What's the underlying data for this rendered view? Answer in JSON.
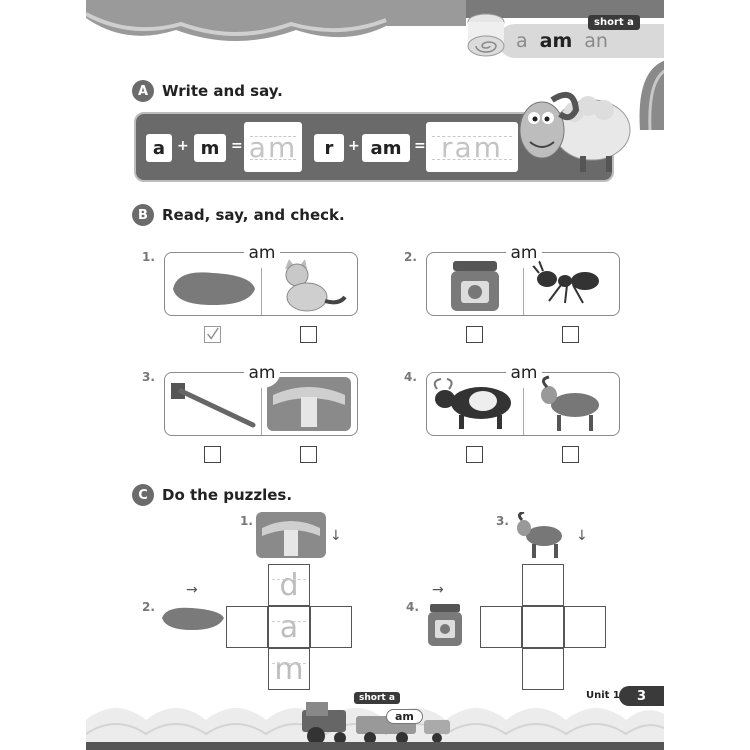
{
  "header": {
    "label": "short a",
    "words": [
      "a",
      "am",
      "an"
    ]
  },
  "section_a": {
    "badge": "A",
    "title": "Write and say.",
    "eq1": {
      "l1": "a",
      "l2": "m",
      "plus": "+",
      "equals": "=",
      "answer": "am"
    },
    "eq2": {
      "l1": "r",
      "l2": "am",
      "plus": "+",
      "equals": "=",
      "answer": "ram"
    }
  },
  "section_b": {
    "badge": "B",
    "title": "Read, say, and check.",
    "items": [
      {
        "num": "1.",
        "word": "am",
        "left_pic": "yam",
        "right_pic": "cat",
        "checked": "left"
      },
      {
        "num": "2.",
        "word": "am",
        "left_pic": "jam",
        "right_pic": "ant",
        "checked": ""
      },
      {
        "num": "3.",
        "word": "am",
        "left_pic": "axe",
        "right_pic": "dam",
        "checked": ""
      },
      {
        "num": "4.",
        "word": "am",
        "left_pic": "yak",
        "right_pic": "ram",
        "checked": ""
      }
    ]
  },
  "section_c": {
    "badge": "C",
    "title": "Do the puzzles.",
    "puzzle1": {
      "down_num": "1.",
      "across_num": "2.",
      "letters": [
        "d",
        "a",
        "m"
      ]
    },
    "puzzle2": {
      "down_num": "3.",
      "across_num": "4."
    },
    "down_arrow": "↓",
    "across_arrow": "→"
  },
  "footer": {
    "unit": "Unit 1",
    "page": "3",
    "tractor_label": "short a",
    "tractor_word": "am"
  },
  "colors": {
    "panel": "#6a6a6a",
    "badge": "#6b6b6b",
    "dark": "#3a3a3a"
  }
}
